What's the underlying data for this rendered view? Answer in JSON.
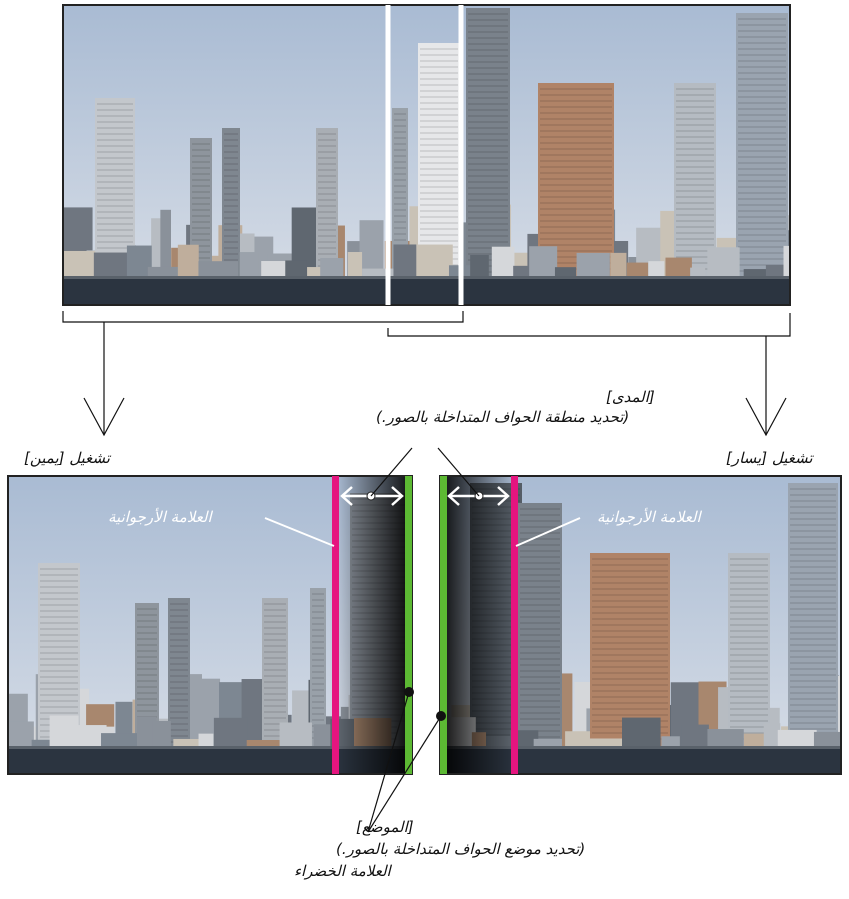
{
  "labels": {
    "right_operation": "تشغيل [يمين]",
    "left_operation": "تشغيل [يسار]",
    "range_title": "[المدى]",
    "range_desc": "(تحديد منطقة الحواف المتداخلة بالصور.)",
    "purple_marker_left": "العلامة الأرجوانية",
    "purple_marker_right": "العلامة الأرجوانية",
    "position_title": "[الموضع]",
    "position_desc": "(تحديد موضع الحواف المتداخلة بالصور.)",
    "green_marker": "العلامة الخضراء"
  },
  "colors": {
    "purple_marker": "#e5157f",
    "green_marker": "#5cb933",
    "sky_top": "#aebfd6",
    "sky_bottom": "#d6dde6",
    "water": "#2a3340",
    "frame": "#222222",
    "guide_line": "#ffffff"
  },
  "icons": {
    "range_arrow": "double-headed-arrow-icon",
    "down_arrow": "open-chevron-down-arrow-icon"
  }
}
